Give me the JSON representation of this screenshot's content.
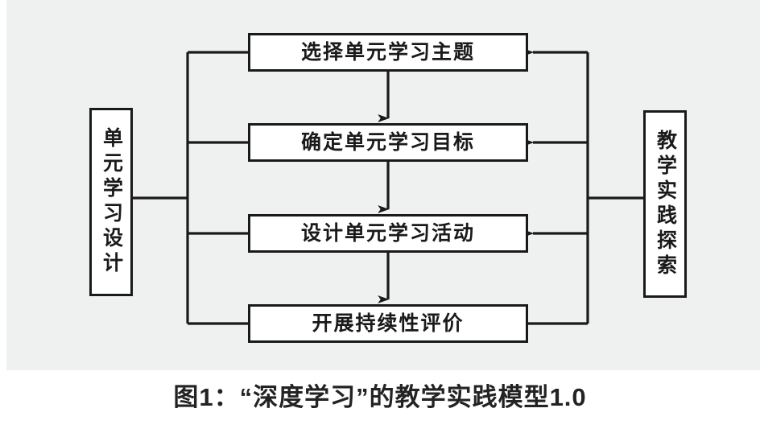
{
  "figure": {
    "background_color": "#eff1f0",
    "line_color": "#1a1a1a",
    "box_fill": "#ffffff",
    "caption": "图1：“深度学习”的教学实践模型1.0"
  },
  "flow": {
    "steps": [
      {
        "id": "theme",
        "label": "选择单元学习主题"
      },
      {
        "id": "goal",
        "label": "确定单元学习目标"
      },
      {
        "id": "activity",
        "label": "设计单元学习活动"
      },
      {
        "id": "eval",
        "label": "开展持续性评价"
      }
    ],
    "left_group": {
      "id": "design",
      "label": "单元学习设计"
    },
    "right_group": {
      "id": "practice",
      "label": "教学实践探索"
    },
    "arrows": [
      {
        "from": "theme",
        "to": "goal",
        "direction": "down"
      },
      {
        "from": "goal",
        "to": "activity",
        "direction": "down"
      },
      {
        "from": "activity",
        "to": "eval",
        "direction": "down"
      },
      {
        "from": "practice",
        "to": "theme",
        "direction": "left"
      },
      {
        "from": "practice",
        "to": "goal",
        "direction": "left"
      },
      {
        "from": "practice",
        "to": "activity",
        "direction": "left"
      }
    ],
    "connectors": [
      {
        "from": "design",
        "to": "theme",
        "style": "bracket"
      },
      {
        "from": "design",
        "to": "goal",
        "style": "bracket"
      },
      {
        "from": "design",
        "to": "activity",
        "style": "bracket"
      },
      {
        "from": "design",
        "to": "eval",
        "style": "bracket"
      },
      {
        "from": "eval",
        "to": "practice",
        "style": "bracket"
      }
    ]
  }
}
